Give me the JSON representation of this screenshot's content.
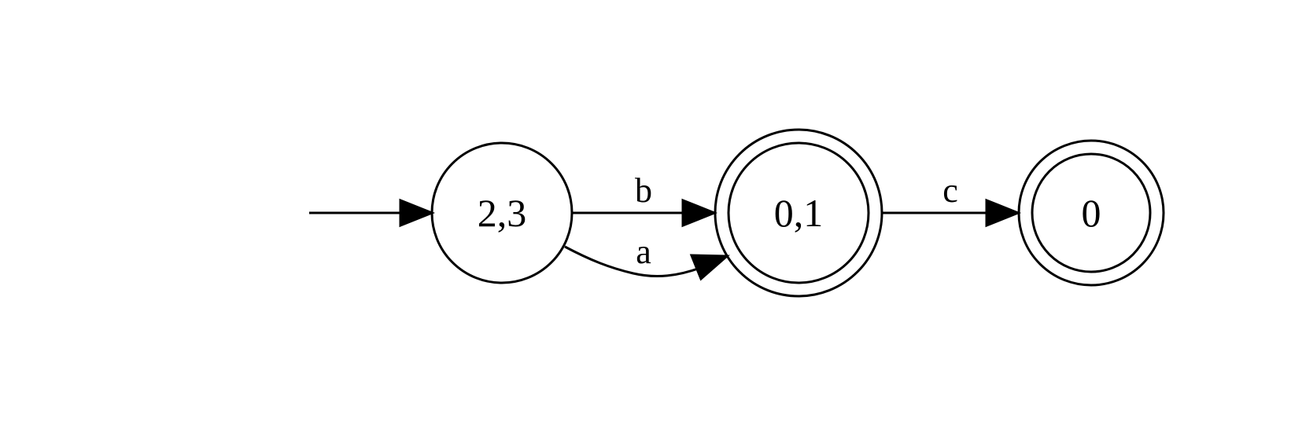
{
  "diagram": {
    "type": "finite-automaton",
    "states": [
      {
        "id": "s23",
        "label": "2,3",
        "initial": true,
        "accepting": false
      },
      {
        "id": "s01",
        "label": "0,1",
        "initial": false,
        "accepting": true
      },
      {
        "id": "s0",
        "label": "0",
        "initial": false,
        "accepting": true
      }
    ],
    "transitions": [
      {
        "from": "s23",
        "to": "s01",
        "label": "b"
      },
      {
        "from": "s23",
        "to": "s01",
        "label": "a"
      },
      {
        "from": "s01",
        "to": "s0",
        "label": "c"
      }
    ]
  }
}
